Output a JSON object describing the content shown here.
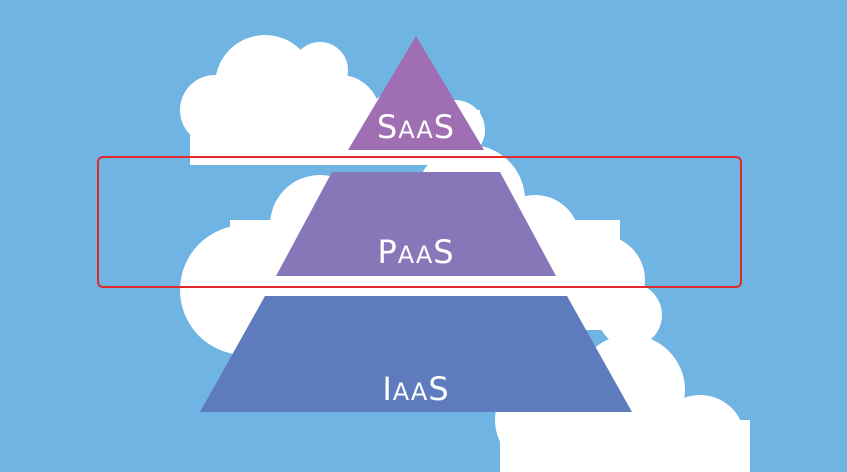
{
  "diagram": {
    "tiers": [
      {
        "id": "saas",
        "first": "S",
        "rest": "AA",
        "last": "S",
        "color": "#a06fb3"
      },
      {
        "id": "paas",
        "first": "P",
        "rest": "AA",
        "last": "S",
        "color": "#8877b8"
      },
      {
        "id": "iaas",
        "first": "I",
        "rest": "AA",
        "last": "S",
        "color": "#5d7bbd"
      }
    ],
    "highlighted_tier": "paas",
    "highlight_color": "#e02a2a",
    "background_color": "#6fb4e2",
    "cloud_color": "#ffffff"
  }
}
